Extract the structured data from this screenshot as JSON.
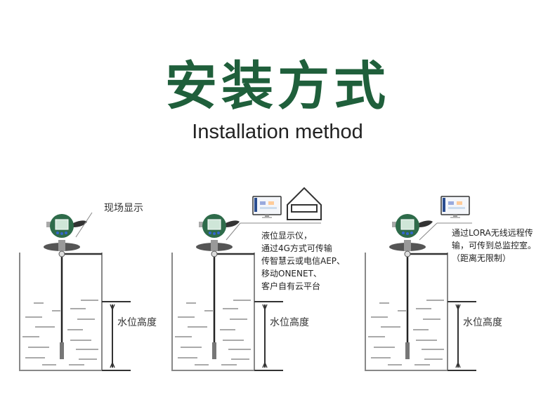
{
  "header": {
    "title": "安装方式",
    "subtitle": "Installation method"
  },
  "panels": [
    {
      "callout": "现场显示",
      "level_label": "水位高度"
    },
    {
      "description": [
        "液位显示仪，",
        "通过4G方式可传输",
        "传智慧云或电信AEP、",
        "移动ONENET、",
        "客户自有云平台"
      ],
      "level_label": "水位高度"
    },
    {
      "description": [
        "通过LORA无线远程传",
        "输，可传到总监控室。",
        "（距离无限制）"
      ],
      "level_label": "水位高度"
    }
  ],
  "colors": {
    "title": "#1f5f3b",
    "device": "#2e6b4a"
  }
}
